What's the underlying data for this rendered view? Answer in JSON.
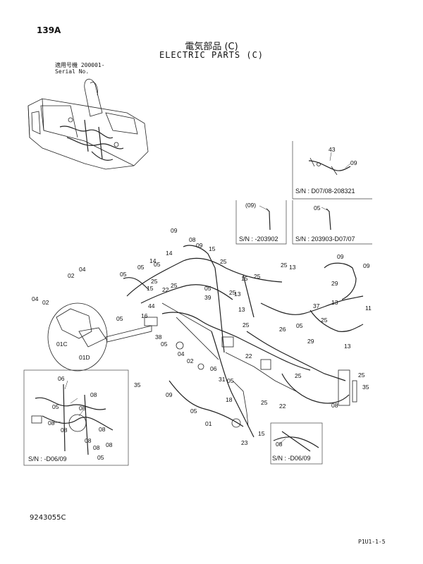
{
  "header": {
    "page_id": "139A",
    "title_jp": "電気部品 (C)",
    "title_en": "ELECTRIC PARTS (C)",
    "serial_jp": "適用号機  200001-",
    "serial_en": "Serial No."
  },
  "insets": {
    "top_right": {
      "sn": "S/N : D07/08-208321",
      "callouts": [
        "43",
        "09"
      ]
    },
    "mid_left": {
      "sn": "S/N : -203902",
      "callouts": [
        "(09)"
      ]
    },
    "mid_right": {
      "sn": "S/N : 203903-D07/07",
      "callouts": [
        "05"
      ]
    },
    "bottom_left": {
      "sn": "S/N : -D06/09",
      "callouts": [
        "06",
        "08",
        "05",
        "08",
        "08",
        "08",
        "08",
        "08",
        "08",
        "08",
        "05"
      ]
    },
    "bottom_right": {
      "sn": "S/N : -D06/09",
      "callouts": [
        "08"
      ]
    }
  },
  "detail_circle": {
    "callouts": [
      "01C",
      "01D"
    ]
  },
  "callouts": [
    "09",
    "08",
    "09",
    "05",
    "14",
    "15",
    "25",
    "05",
    "14",
    "02",
    "04",
    "05",
    "25",
    "04",
    "02",
    "25",
    "15",
    "25",
    "13",
    "09",
    "09",
    "15",
    "22",
    "25",
    "05",
    "29",
    "25",
    "44",
    "16",
    "05",
    "37",
    "05",
    "38",
    "13",
    "13",
    "25",
    "05",
    "02",
    "04",
    "22",
    "26",
    "29",
    "13",
    "39",
    "13",
    "25",
    "11",
    "01",
    "05",
    "22",
    "06",
    "05",
    "18",
    "31",
    "09",
    "25",
    "15",
    "23",
    "35",
    "25",
    "08",
    "25",
    "35"
  ],
  "footer": {
    "drawing_no": "9243055C",
    "page_code": "P1U1-1-5"
  }
}
